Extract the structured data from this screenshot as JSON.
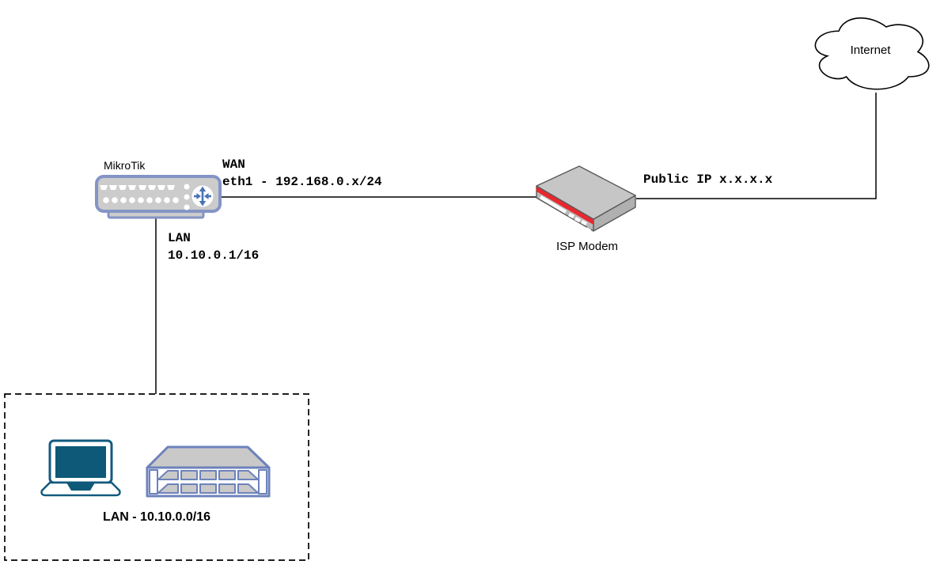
{
  "diagram": {
    "nodes": {
      "internet": {
        "label": "Internet"
      },
      "mikrotik": {
        "label": "MikroTik"
      },
      "isp_modem": {
        "label": "ISP Modem"
      },
      "lan_zone": {
        "label": "LAN - 10.10.0.0/16"
      }
    },
    "links": {
      "wan": {
        "line1": "WAN",
        "line2": "eth1 - 192.168.0.x/24"
      },
      "lan": {
        "line1": "LAN",
        "line2": "10.10.0.1/16"
      },
      "public_ip": {
        "label": "Public IP x.x.x.x"
      }
    },
    "colors": {
      "connector_line": "#000000",
      "switch_stroke": "#8494c6",
      "switch_fill": "#cccccc",
      "switch_arrow_blue": "#4a72b8",
      "modem_red": "#e8282d",
      "modem_top_gray": "#c6c6c6",
      "modem_front_gray": "#bababa",
      "modem_side_gray": "#b0b0b0",
      "laptop_teal": "#0e5878",
      "laptop_stroke": "#135a7e",
      "server_stroke": "#6d82bb",
      "server_fill": "#c9c9c9"
    }
  }
}
